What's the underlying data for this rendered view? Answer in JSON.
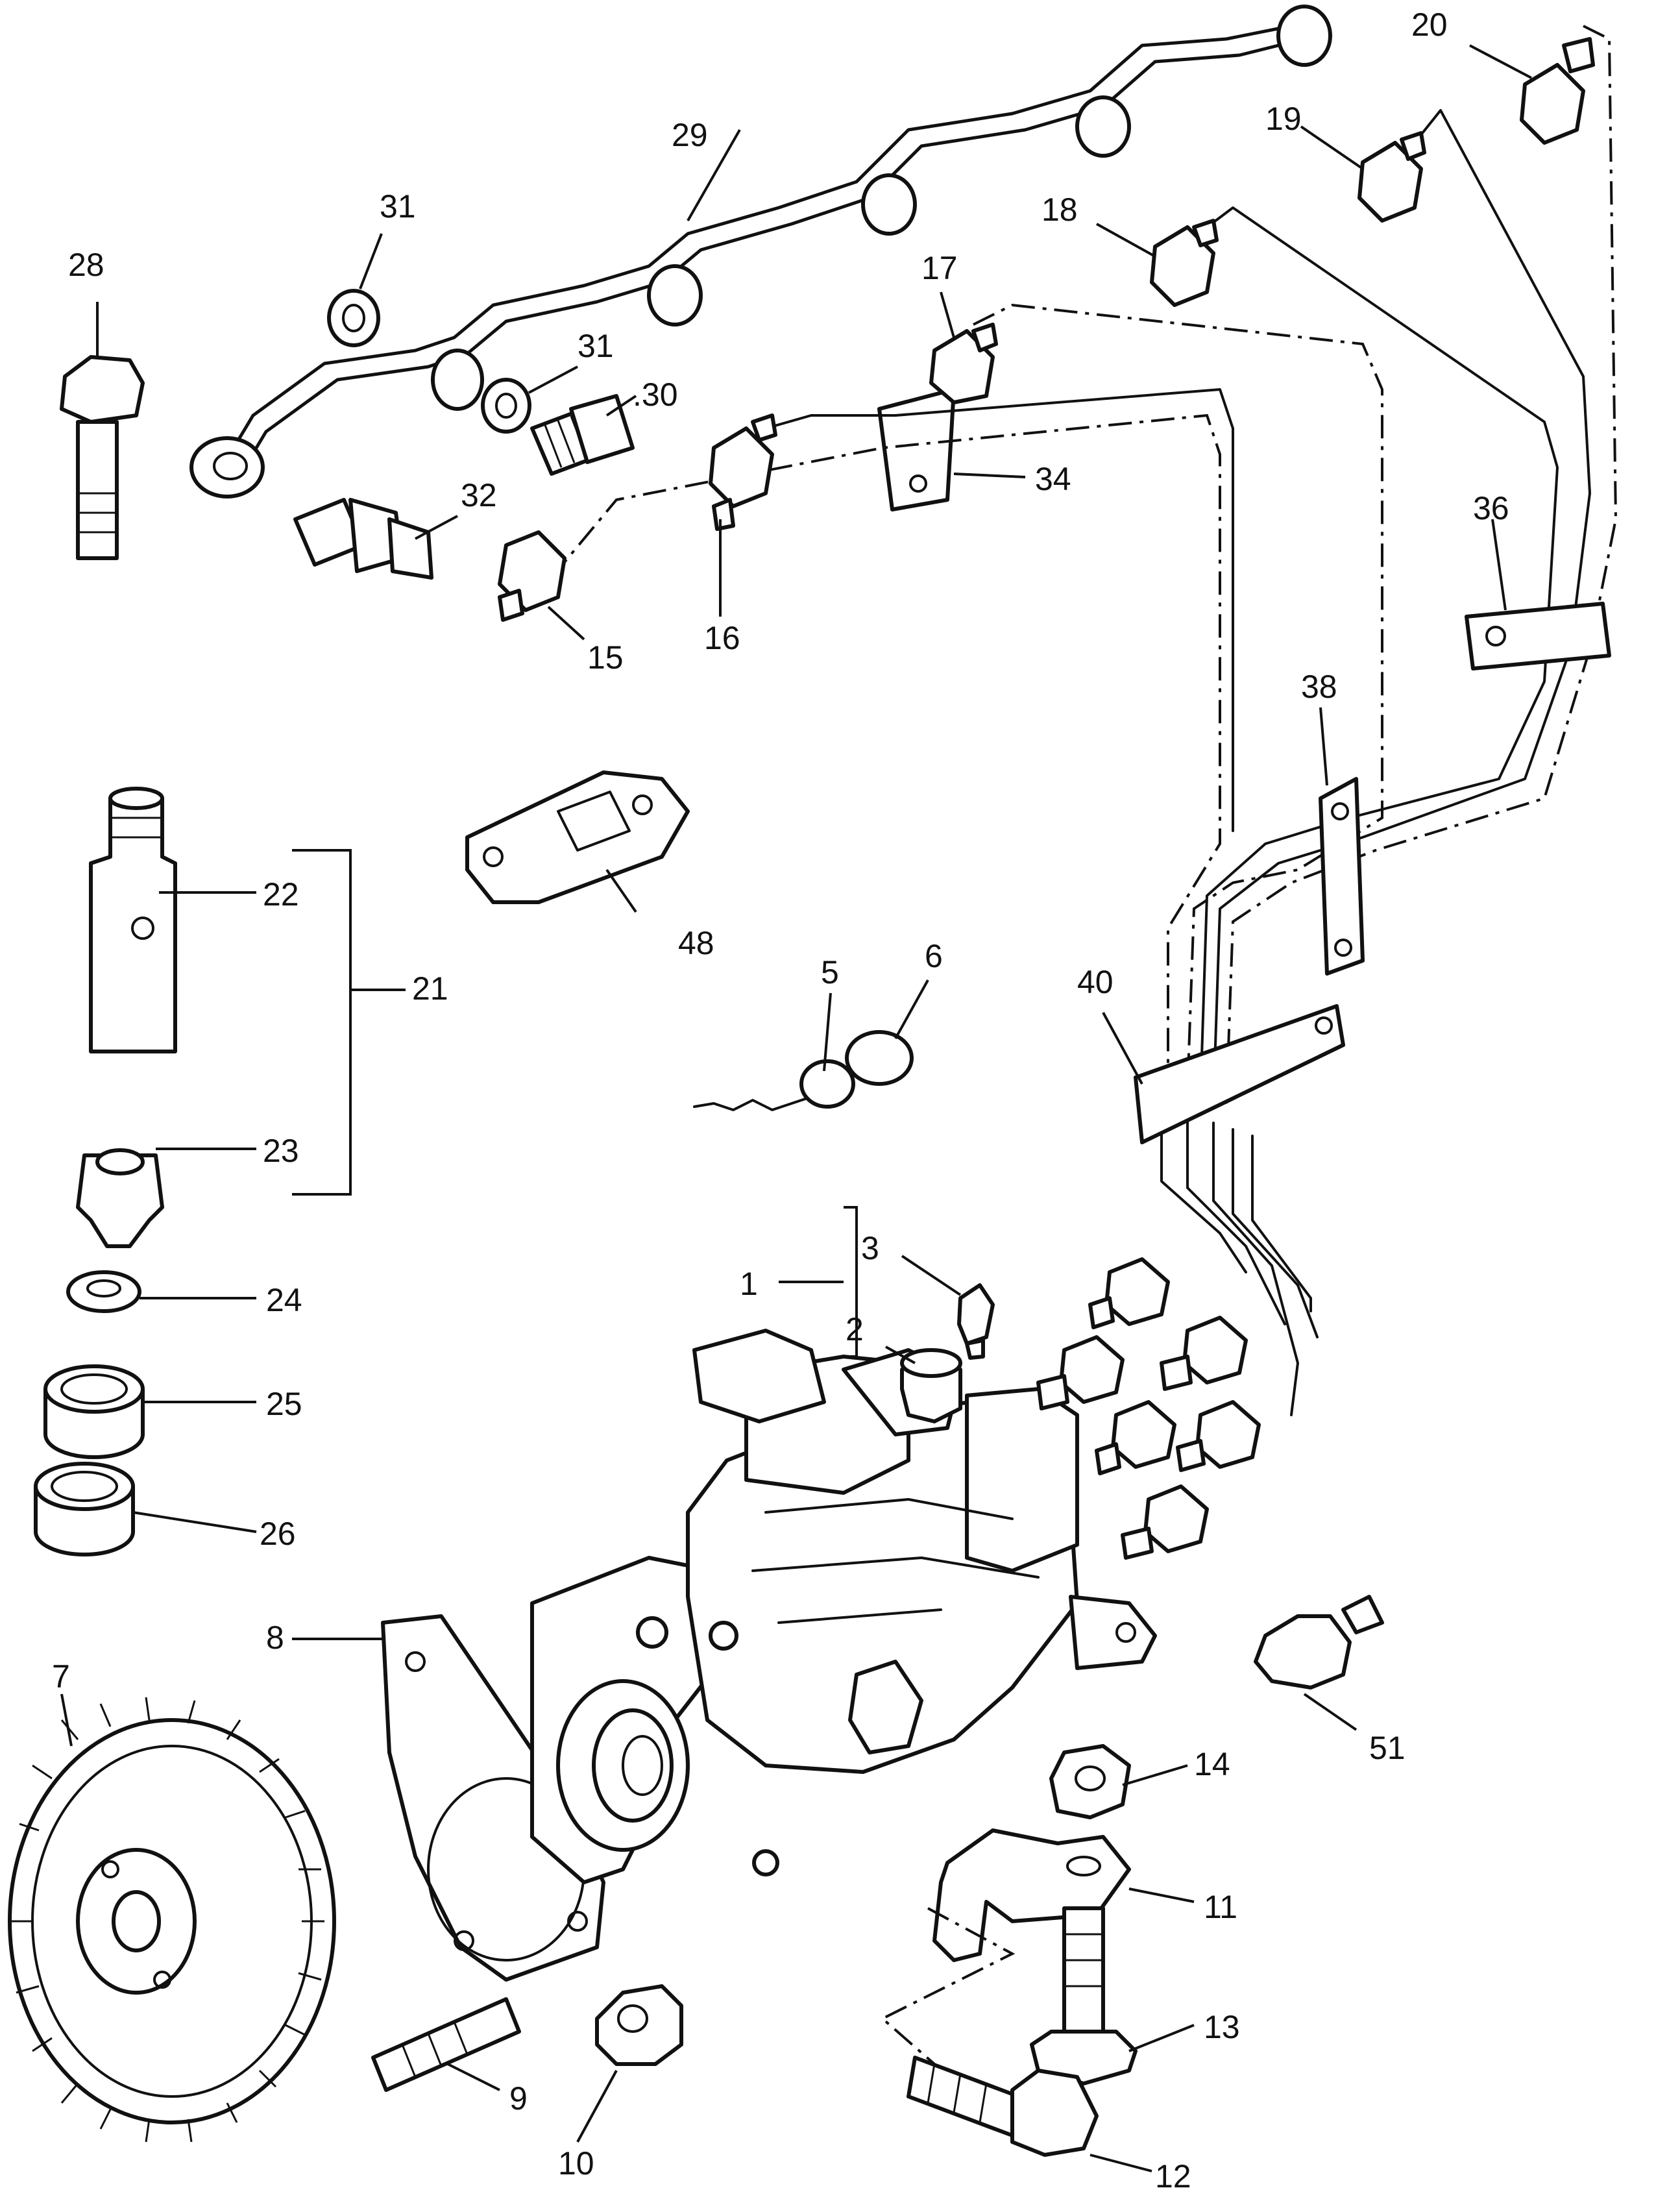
{
  "callouts": {
    "c1": "1",
    "c2": "2",
    "c3": "3",
    "c5": "5",
    "c6": "6",
    "c7": "7",
    "c8": "8",
    "c9": "9",
    "c10": "10",
    "c11": "11",
    "c12": "12",
    "c13": "13",
    "c14": "14",
    "c15": "15",
    "c16": "16",
    "c17": "17",
    "c18": "18",
    "c19": "19",
    "c20": "20",
    "c21": "21",
    "c22": "22",
    "c23": "23",
    "c24": "24",
    "c25": "25",
    "c26": "26",
    "c28": "28",
    "c29": "29",
    "c30": ".30",
    "c31a": "31",
    "c31b": "31",
    "c32": "32",
    "c34": "34",
    "c36": "36",
    "c38": "38",
    "c40": "40",
    "c48": "48",
    "c51": "51"
  }
}
